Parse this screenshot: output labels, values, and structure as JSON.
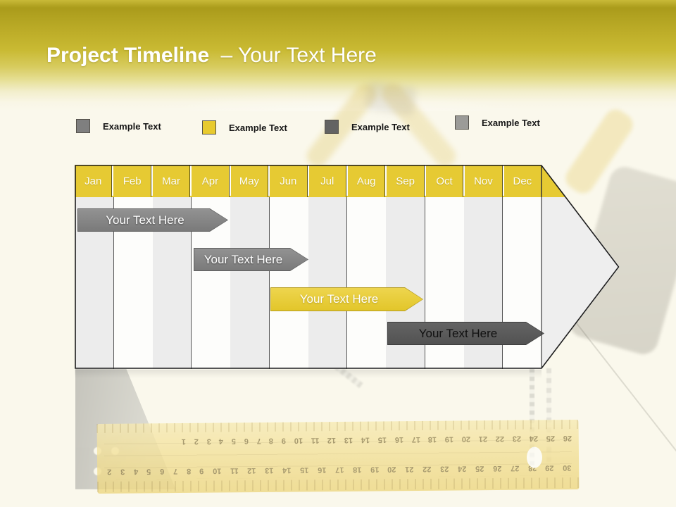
{
  "title": {
    "bold": "Project Timeline",
    "rest": "– Your Text Here"
  },
  "legend": {
    "items": [
      {
        "label": "Example Text",
        "color": "#7f7f7f"
      },
      {
        "label": "Example Text",
        "color": "#e8ca2e"
      },
      {
        "label": "Example Text",
        "color": "#636363"
      },
      {
        "label": "Example Text",
        "color": "#9b9b98"
      }
    ]
  },
  "chart_data": {
    "type": "bar",
    "subtype": "gantt-timeline",
    "title": "Project Timeline – Your Text Here",
    "categories": [
      "Jan",
      "Feb",
      "Mar",
      "Apr",
      "May",
      "Jun",
      "Jul",
      "Aug",
      "Sep",
      "Oct",
      "Nov",
      "Dec"
    ],
    "header_color": "#e6ca33",
    "arrow_outline_color": "#1d1d1d",
    "column_stripe_color": "#ececec",
    "legend_position": "top",
    "series": [
      {
        "name": "Your Text Here",
        "start": "Jan",
        "end": "Apr",
        "row": 1,
        "color": "#828282",
        "text_color": "#ffffff"
      },
      {
        "name": "Your Text Here",
        "start": "Apr",
        "end": "Jun",
        "row": 2,
        "color": "#828282",
        "text_color": "#ffffff"
      },
      {
        "name": "Your Text Here",
        "start": "Jun",
        "end": "Sep",
        "row": 3,
        "color": "#e8cc35",
        "text_color": "#ffffff"
      },
      {
        "name": "Your Text Here",
        "start": "Sep",
        "end": "Dec",
        "row": 4,
        "color": "#5a5a5a",
        "text_color": "#101010"
      }
    ]
  },
  "background": {
    "ruler": {
      "top_numbers": [
        1,
        2,
        3,
        4,
        5,
        6,
        7,
        8,
        9,
        10,
        11,
        12,
        13,
        14,
        15,
        16,
        17,
        18,
        19,
        20,
        21,
        22,
        23,
        24,
        25,
        26
      ],
      "bottom_numbers": [
        2,
        3,
        4,
        5,
        6,
        7,
        8,
        9,
        10,
        11,
        12,
        13,
        14,
        15,
        16,
        17,
        18,
        19,
        20,
        21,
        22,
        23,
        24,
        25,
        26,
        27,
        28,
        29,
        30
      ]
    }
  }
}
